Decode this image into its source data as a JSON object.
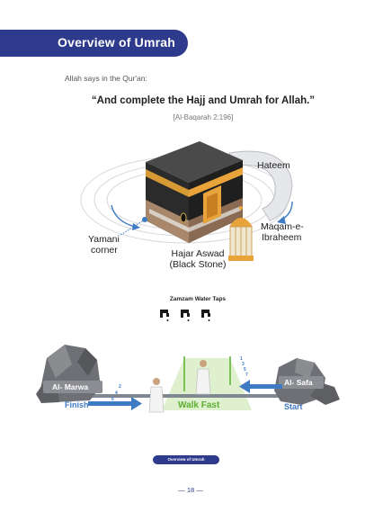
{
  "header": {
    "title": "Overview of Umrah"
  },
  "intro": "Allah says in the Qur'an:",
  "quote": {
    "text": "“And complete the Hajj and Umrah for Allah.”",
    "reference": "[Al-Baqarah 2:196]"
  },
  "kaaba_labels": {
    "hateem": "Hateem",
    "maqam_line1": "Maqam-e-",
    "maqam_line2": "Ibraheem",
    "yamani_line1": "Yamani",
    "yamani_line2": "corner",
    "hajar_line1": "Hajar Aswad",
    "hajar_line2": "(Black Stone)"
  },
  "zamzam": {
    "title": "Zamzam Water Taps"
  },
  "sai": {
    "marwa": "Al- Marwa",
    "safa": "Al- Safa",
    "finish": "Finish",
    "start": "Start",
    "walk_fast": "Walk Fast",
    "marwa_numbers": [
      "2",
      "4",
      "6"
    ],
    "safa_numbers": [
      "1",
      "3",
      "5",
      "7"
    ]
  },
  "footer": {
    "pill": "Overview of Umrah",
    "page_number": "— 18 —"
  },
  "colors": {
    "brand": "#2e3a8c",
    "accent_blue": "#3f7bc4",
    "green": "#5ab031",
    "gold": "#e8a33a"
  }
}
